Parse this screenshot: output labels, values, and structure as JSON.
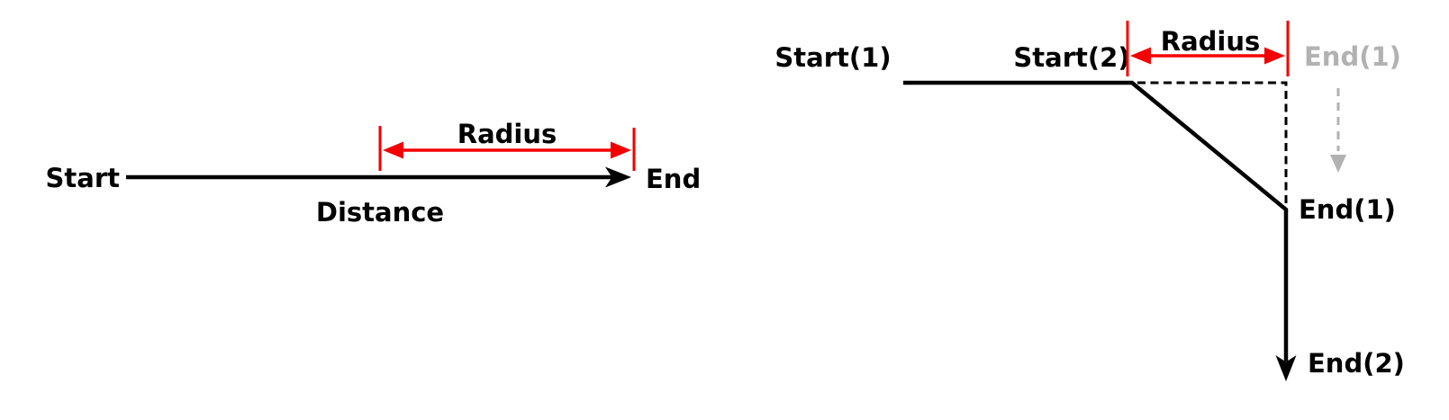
{
  "figure": {
    "description": "Two diagrams explaining distance and turning radius between route points",
    "colors": {
      "black": "#000000",
      "red": "#f40000",
      "gray": "#b2b2b2",
      "background": "#ffffff"
    },
    "left_diagram": {
      "start_label": "Start",
      "end_label": "End",
      "distance_label": "Distance",
      "radius_label": "Radius"
    },
    "right_diagram": {
      "start1_label": "Start(1)",
      "start2_label": "Start(2)",
      "radius_label": "Radius",
      "end1_ghost_label": "End(1)",
      "end1_label": "End(1)",
      "end2_label": "End(2)"
    }
  }
}
